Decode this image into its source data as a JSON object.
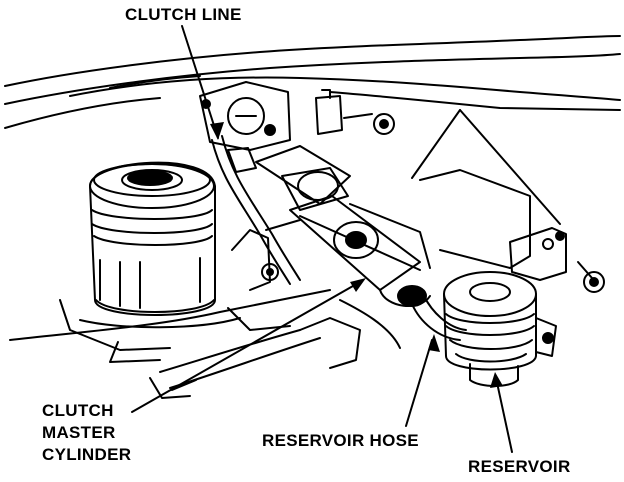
{
  "labels": {
    "clutch_line": "CLUTCH LINE",
    "clutch_master_cylinder": [
      "CLUTCH",
      "MASTER",
      "CYLINDER"
    ],
    "reservoir_hose": "RESERVOIR HOSE",
    "reservoir": "RESERVOIR"
  },
  "colors": {
    "ink": "#000000",
    "paper": "#ffffff"
  }
}
